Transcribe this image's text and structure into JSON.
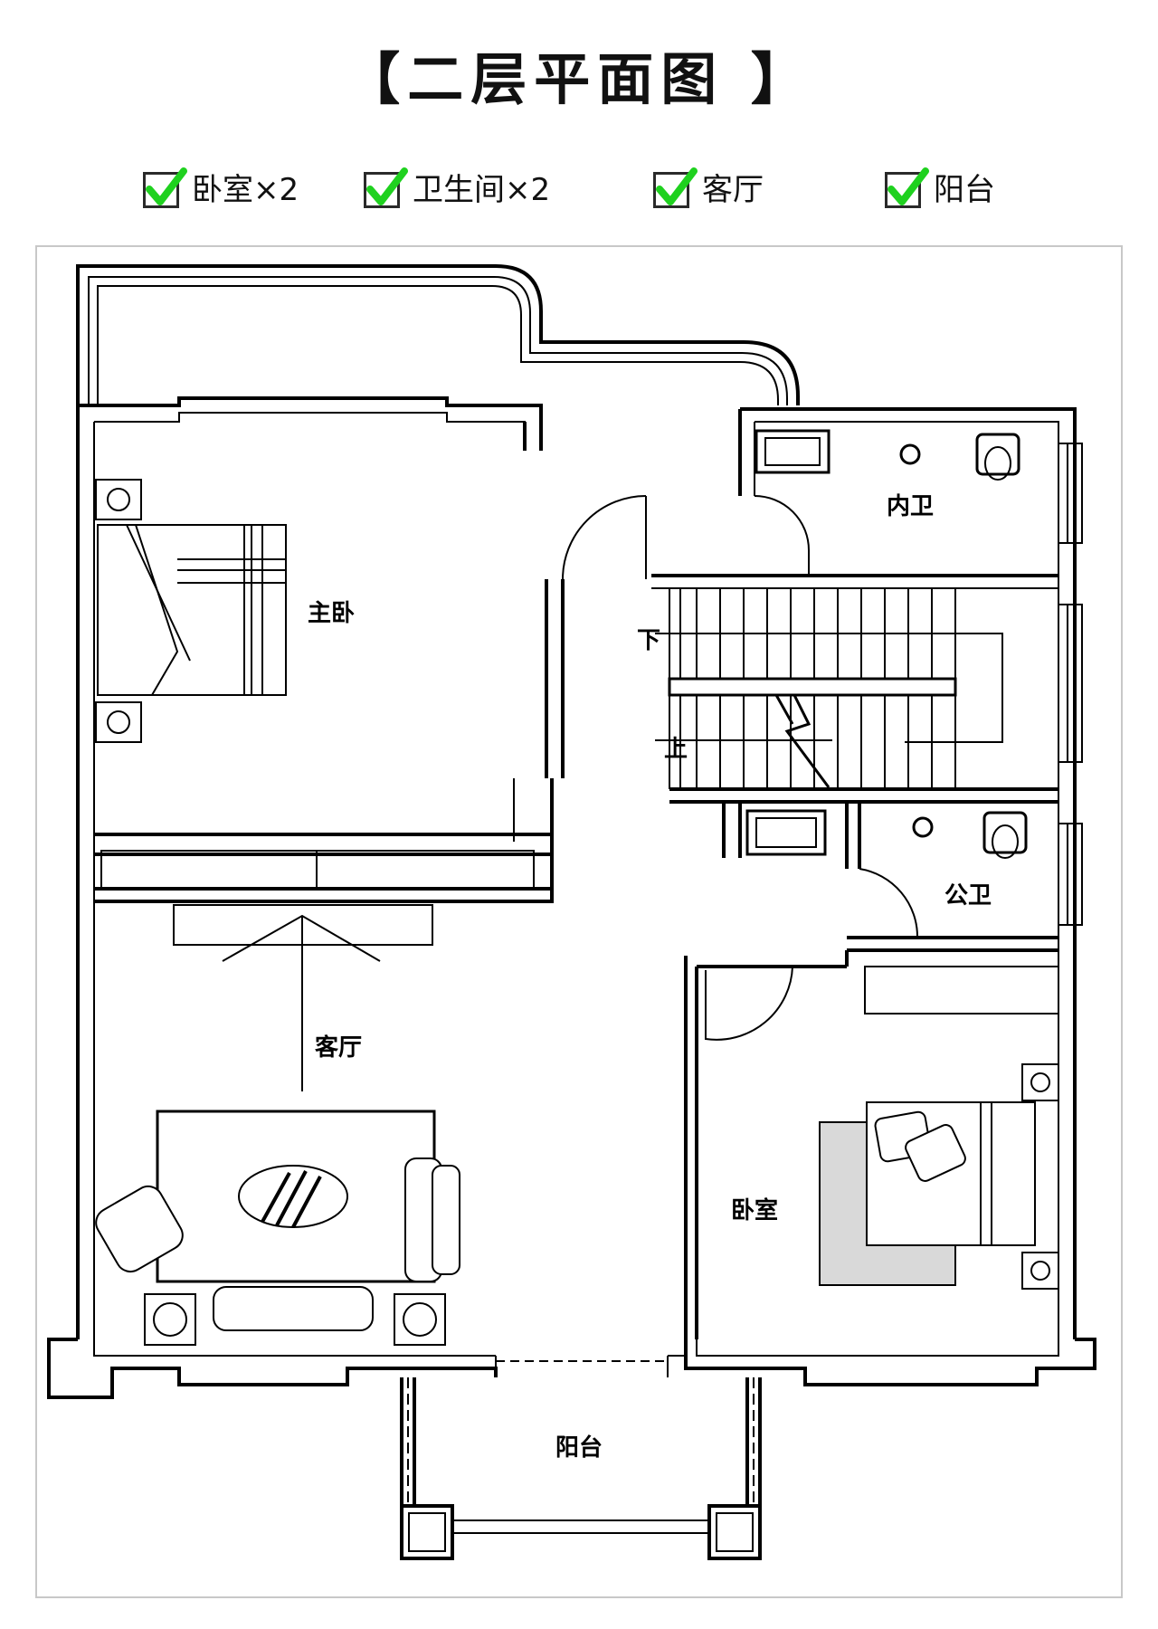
{
  "title": "【二层平面图 】",
  "legend": {
    "items": [
      {
        "label": "卧室×2"
      },
      {
        "label": "卫生间×2"
      },
      {
        "label": "客厅"
      },
      {
        "label": "阳台"
      }
    ],
    "check_color": "#1fd11f"
  },
  "rooms": {
    "master_bedroom": "主卧",
    "inner_bath": "内卫",
    "stairs_down": "下",
    "stairs_up": "上",
    "public_bath": "公卫",
    "living_room": "客厅",
    "bedroom": "卧室",
    "balcony": "阳台"
  }
}
